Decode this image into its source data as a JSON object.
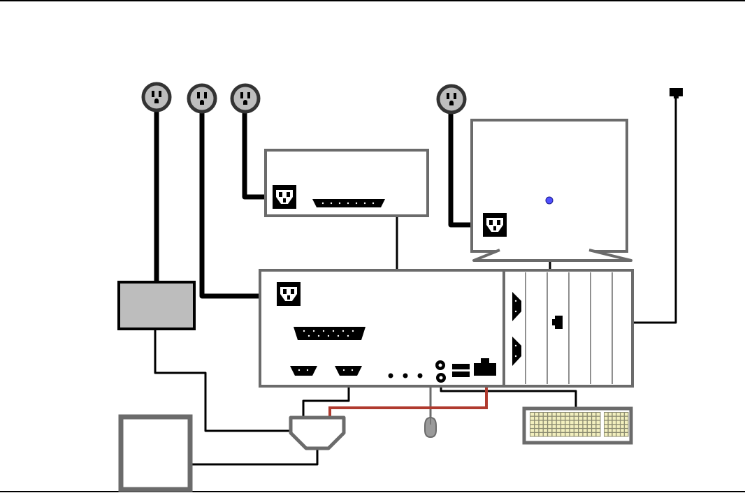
{
  "diagram": {
    "kind": "computer cabling diagram",
    "colors": {
      "cable": "#000000",
      "outline": "#6b6b6b",
      "device_fill": "#ffffff",
      "ups_fill": "#bdbdbd",
      "socket_fill": "#bdbdbd",
      "red_cable": "#b03a2e",
      "keyboard_fill": "#f2efbe",
      "led": "#5050ff"
    },
    "components": [
      "wall-outlet-1",
      "wall-outlet-2",
      "wall-outlet-3",
      "wall-outlet-4",
      "phone-jack",
      "printer",
      "monitor",
      "computer-case",
      "ups",
      "external-box",
      "kvm-switch",
      "mouse",
      "keyboard"
    ]
  }
}
